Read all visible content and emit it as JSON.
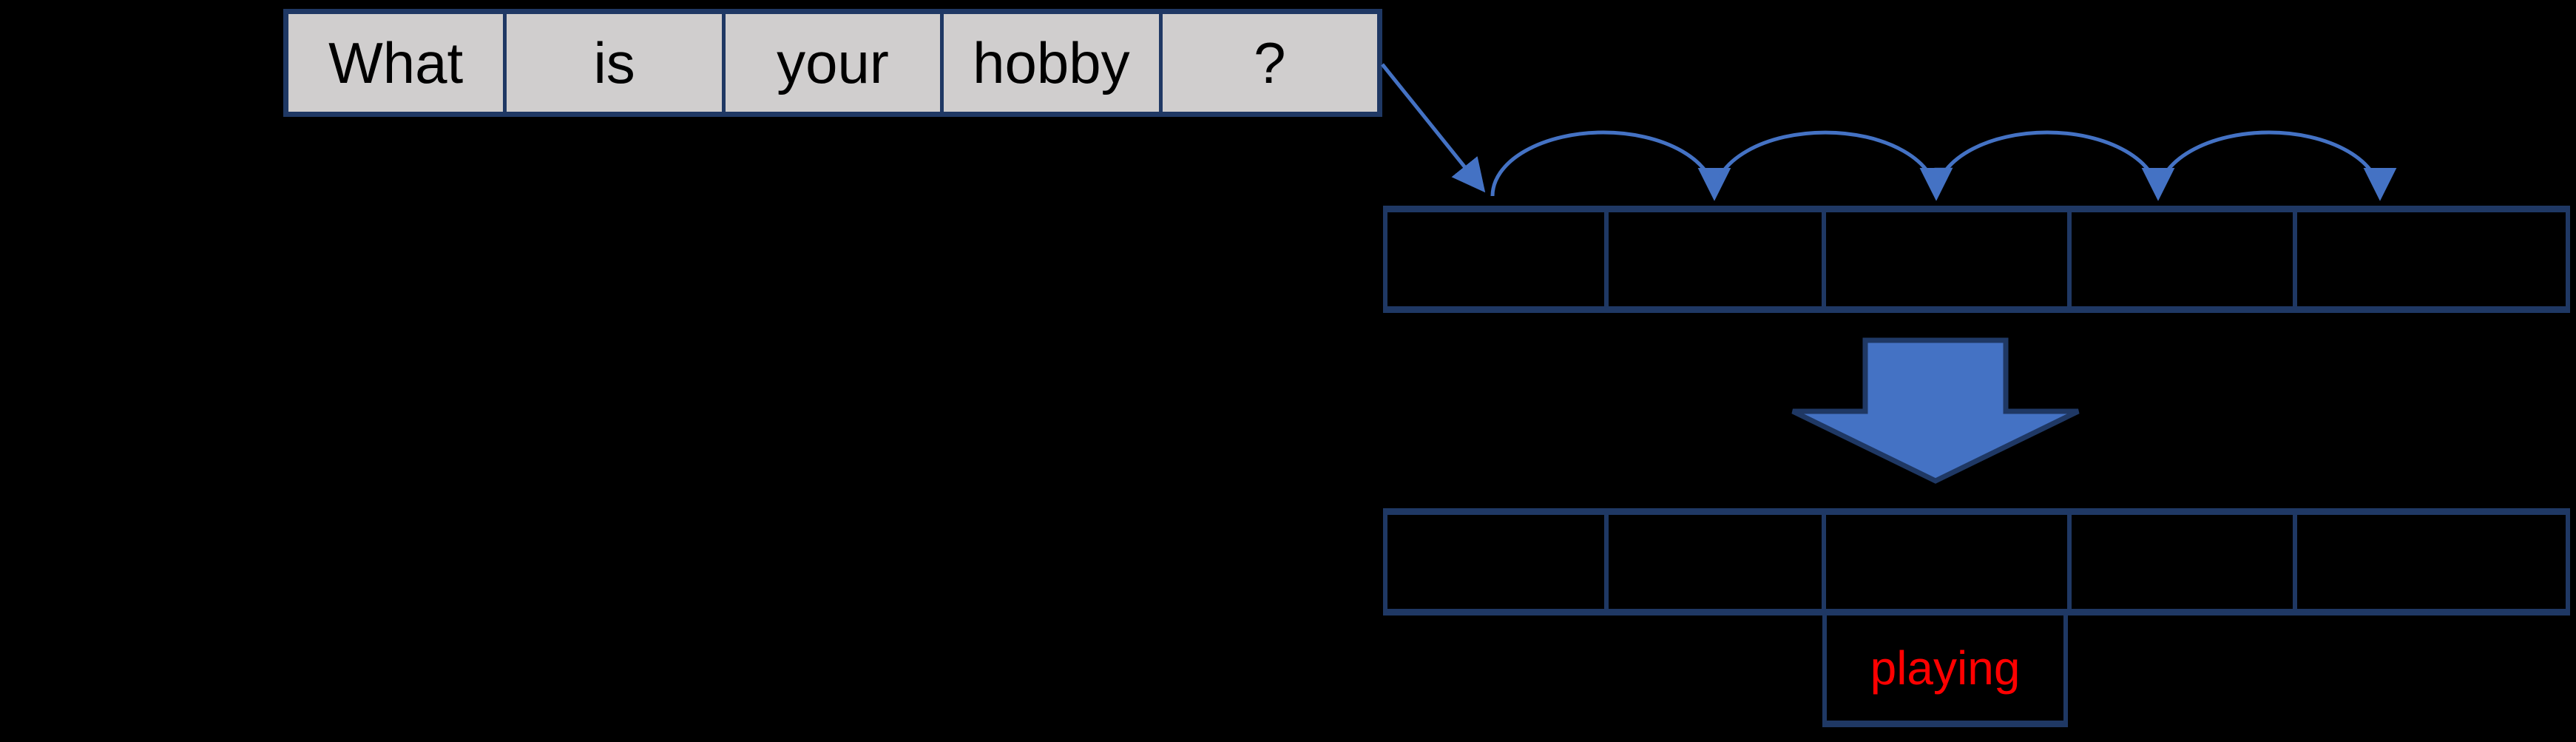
{
  "colors": {
    "background": "#000000",
    "navy": "#1f3864",
    "blue": "#4472c4",
    "cell_gray": "#d0cece",
    "word_text": "#000000",
    "prediction_red": "#ff0000"
  },
  "input_sentence": {
    "tokens": [
      "What",
      "is",
      "your",
      "hobby",
      "?"
    ]
  },
  "embedding_row": {
    "cells": [
      "",
      "",
      "",
      "",
      ""
    ]
  },
  "output_row": {
    "cells": [
      "",
      "",
      "",
      "",
      ""
    ]
  },
  "prediction": {
    "label": "playing"
  },
  "icons": {
    "sentence_to_slots_connector": "diagonal-arrow-icon",
    "slot_hop_arrows": "arc-arrow-icon",
    "transform_arrow": "big-down-arrow-icon"
  }
}
